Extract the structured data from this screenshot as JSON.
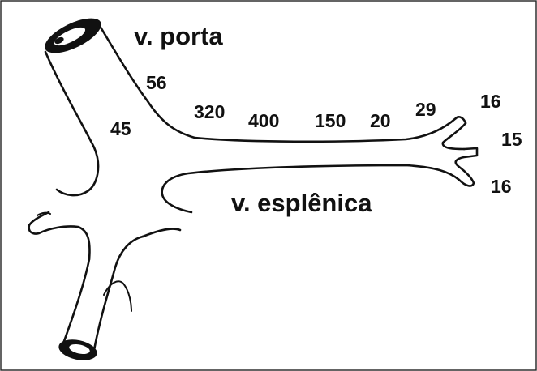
{
  "labels": {
    "portal_vein": "v. porta",
    "splenic_vein": "v. esplênica"
  },
  "measurements": [
    {
      "id": "m-45",
      "value": "45"
    },
    {
      "id": "m-56",
      "value": "56"
    },
    {
      "id": "m-320",
      "value": "320"
    },
    {
      "id": "m-400",
      "value": "400"
    },
    {
      "id": "m-150",
      "value": "150"
    },
    {
      "id": "m-20",
      "value": "20"
    },
    {
      "id": "m-29",
      "value": "29"
    },
    {
      "id": "m-16a",
      "value": "16"
    },
    {
      "id": "m-15",
      "value": "15"
    },
    {
      "id": "m-16b",
      "value": "16"
    }
  ],
  "colors": {
    "ink": "#111111",
    "background": "#ffffff"
  }
}
